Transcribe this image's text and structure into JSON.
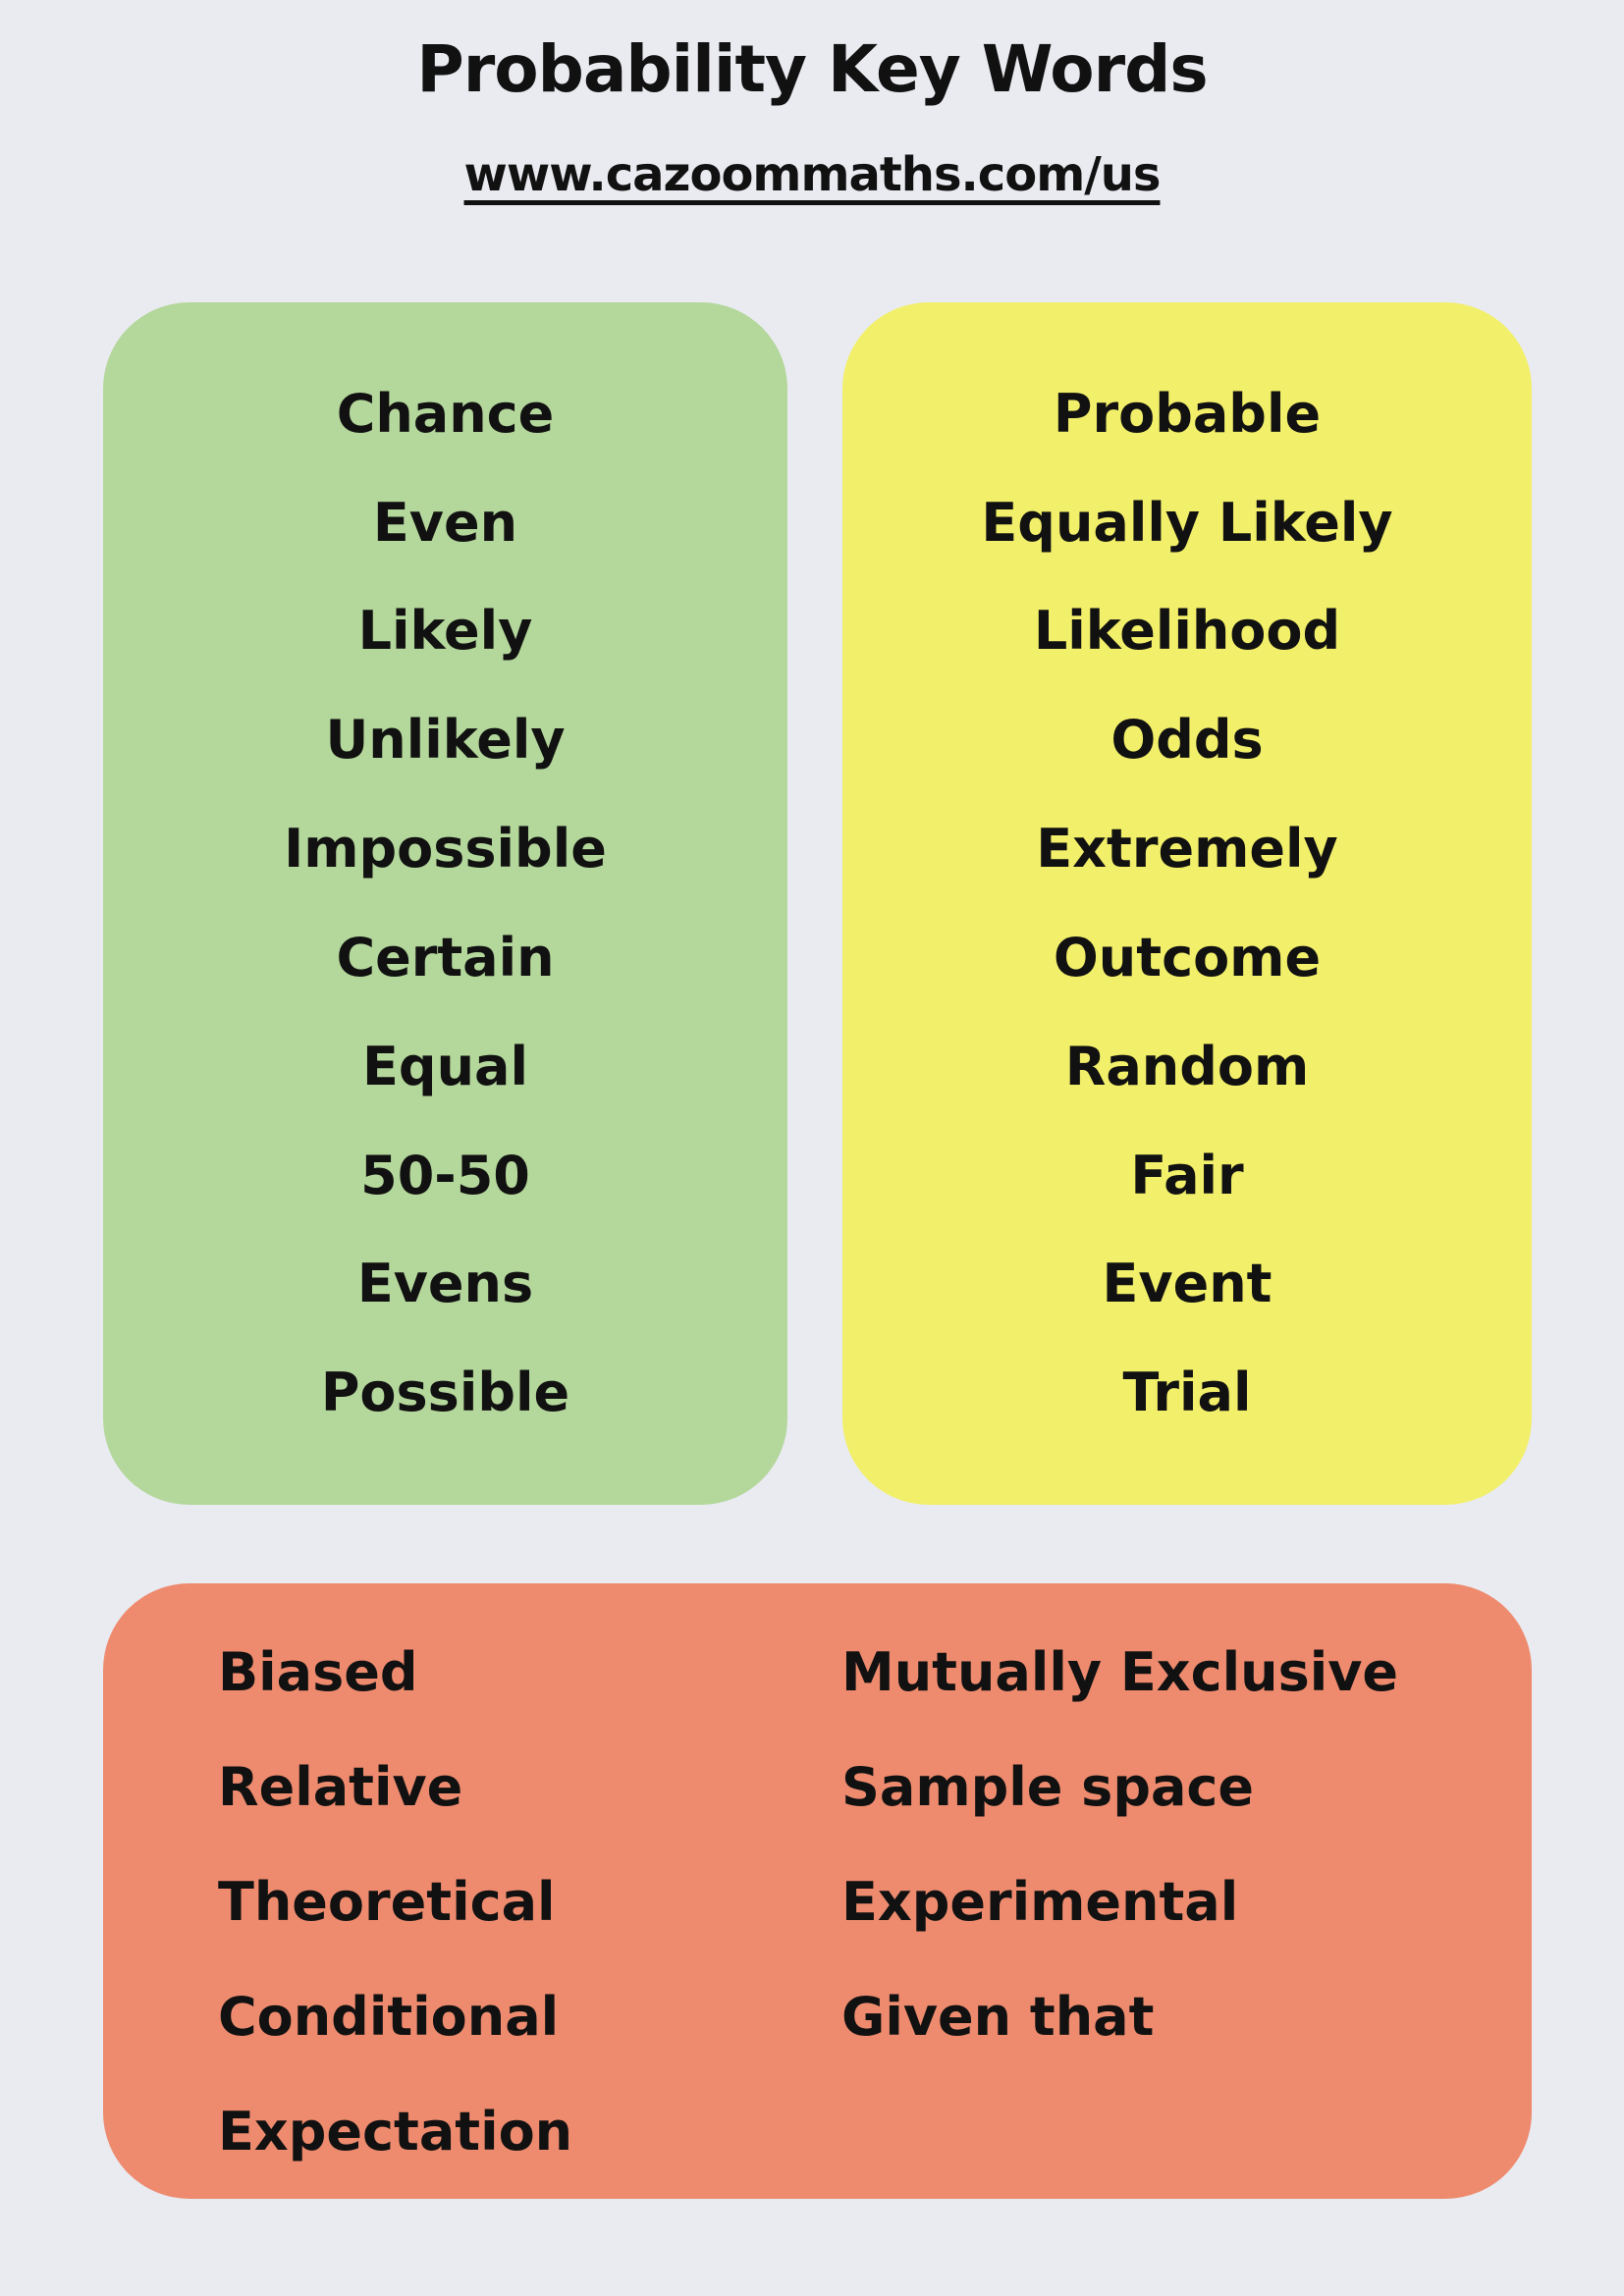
{
  "header": {
    "title": "Probability Key Words",
    "url": "www.cazoommaths.com/us"
  },
  "colors": {
    "background": "#e9ebf1",
    "green": "#b4d79b",
    "yellow": "#f2ef6a",
    "salmon": "#ee8b6e",
    "text": "#111111"
  },
  "green_box": {
    "words": [
      "Chance",
      "Even",
      "Likely",
      "Unlikely",
      "Impossible",
      "Certain",
      "Equal",
      "50-50",
      "Evens",
      "Possible"
    ]
  },
  "yellow_box": {
    "words": [
      "Probable",
      "Equally Likely",
      "Likelihood",
      "Odds",
      "Extremely",
      "Outcome",
      "Random",
      "Fair",
      "Event",
      "Trial"
    ]
  },
  "red_box": {
    "left_words": [
      "Biased",
      "Relative",
      "Theoretical",
      "Conditional",
      "Expectation"
    ],
    "right_words": [
      "Mutually Exclusive",
      "Sample space",
      "Experimental",
      "Given that"
    ]
  }
}
